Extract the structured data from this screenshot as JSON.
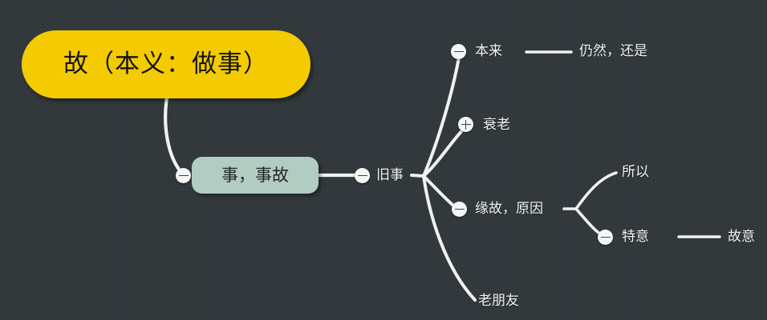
{
  "app": {
    "type": "mind-map",
    "background_color": "#333a3d"
  },
  "theme": {
    "root_fill": "#F3CB00",
    "root_text": "#141414",
    "branch_fill": "#b2ccc1",
    "branch_text": "#1e2628",
    "label_text": "#f2f4f3",
    "link_color": "#f0f2f1",
    "toggle_fill": "#f4f5f5",
    "toggle_glyph": "#3c4245"
  },
  "nodes": {
    "root": {
      "label": "故（本义：做事）",
      "shape": "pill",
      "fill": "#F3CB00"
    },
    "shiguzhuang": {
      "label": "事，事故",
      "shape": "rounded-rect",
      "fill": "#b2ccc1",
      "toggle": "minus"
    },
    "jiushi": {
      "label": "旧事",
      "toggle": "minus"
    },
    "benlai": {
      "label": "本来",
      "toggle": "minus"
    },
    "rengran": {
      "label": "仍然，还是",
      "toggle": "none"
    },
    "shuailao": {
      "label": "衰老",
      "toggle": "plus"
    },
    "yuangu": {
      "label": "缘故，原因",
      "toggle": "minus"
    },
    "suoyi": {
      "label": "所以",
      "toggle": "none"
    },
    "teyi": {
      "label": "特意",
      "toggle": "minus"
    },
    "guyi": {
      "label": "故意",
      "toggle": "none"
    },
    "laopengyou": {
      "label": "老朋友",
      "toggle": "none"
    }
  }
}
